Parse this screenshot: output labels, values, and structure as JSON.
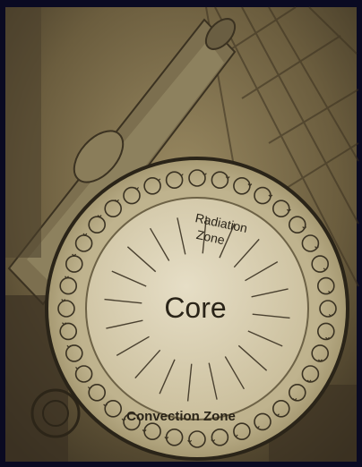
{
  "diagram": {
    "labels": {
      "core": "Core",
      "radiation_zone_line1": "Radiation",
      "radiation_zone_line2": "Zone",
      "convection_zone": "Convection Zone"
    },
    "colors": {
      "frame": "#0a0a22",
      "sepia_dark": "#4a3f2a",
      "sepia_mid": "#8a7b56",
      "sepia_light": "#cfc3a2",
      "core_fill": "#d8cfb3",
      "ring_fill": "#b7ab86",
      "outline": "#2a2418"
    }
  }
}
